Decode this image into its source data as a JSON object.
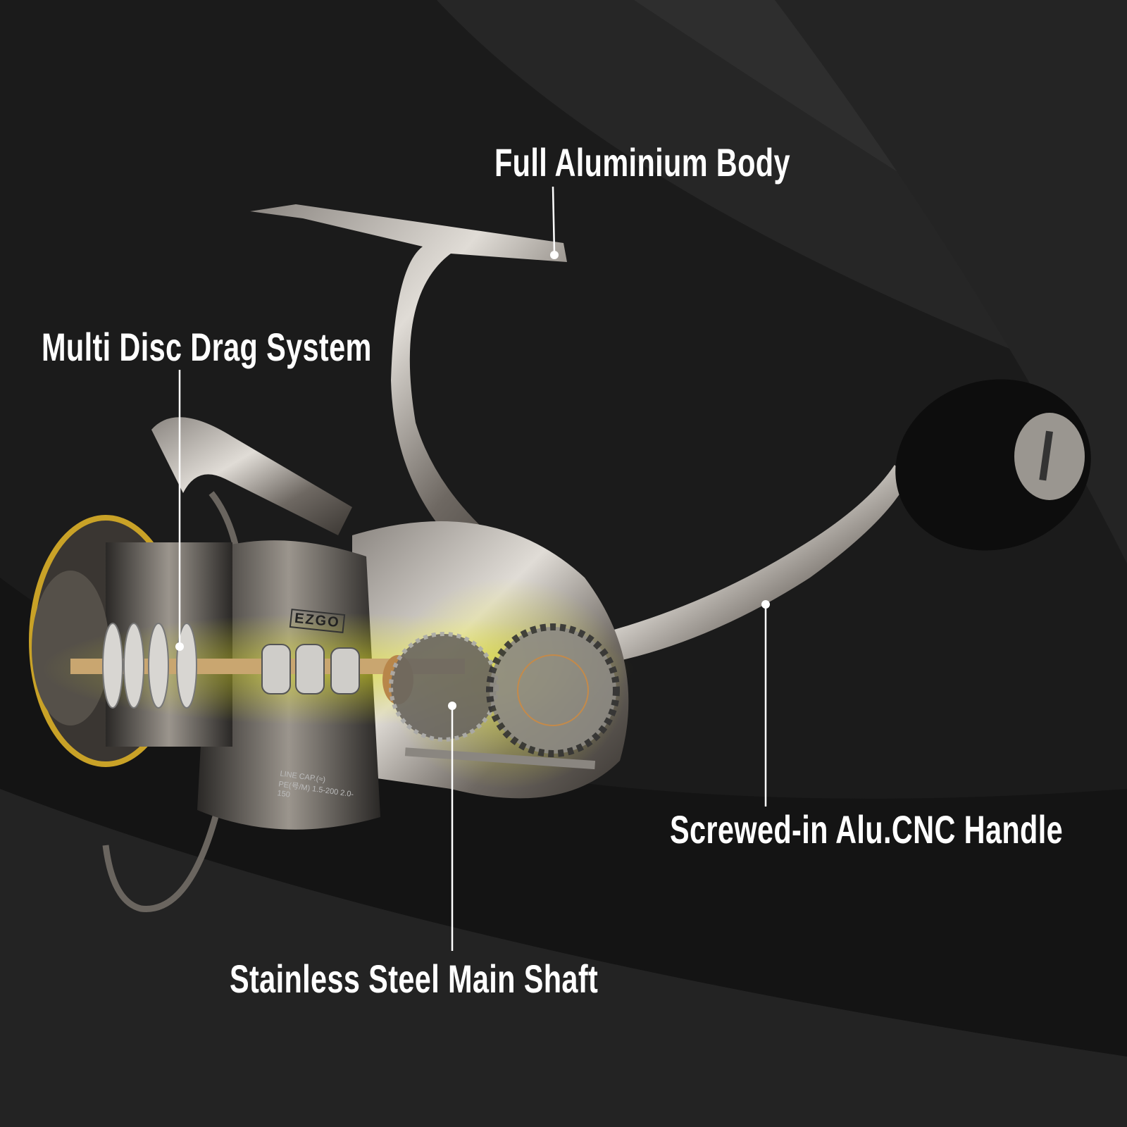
{
  "callouts": {
    "body": "Full Aluminium Body",
    "drag": "Multi Disc Drag System",
    "handle": "Screwed-in Alu.CNC Handle",
    "shaft": "Stainless Steel Main Shaft"
  },
  "product": {
    "brand_logo": "EZGO",
    "spool_text": "LINE CAP.(≈) PE(号/M) 1.5-200 2.0-150"
  },
  "colors": {
    "background": "#1a1a1a",
    "highlight": "#e6e600",
    "label": "#ffffff"
  }
}
